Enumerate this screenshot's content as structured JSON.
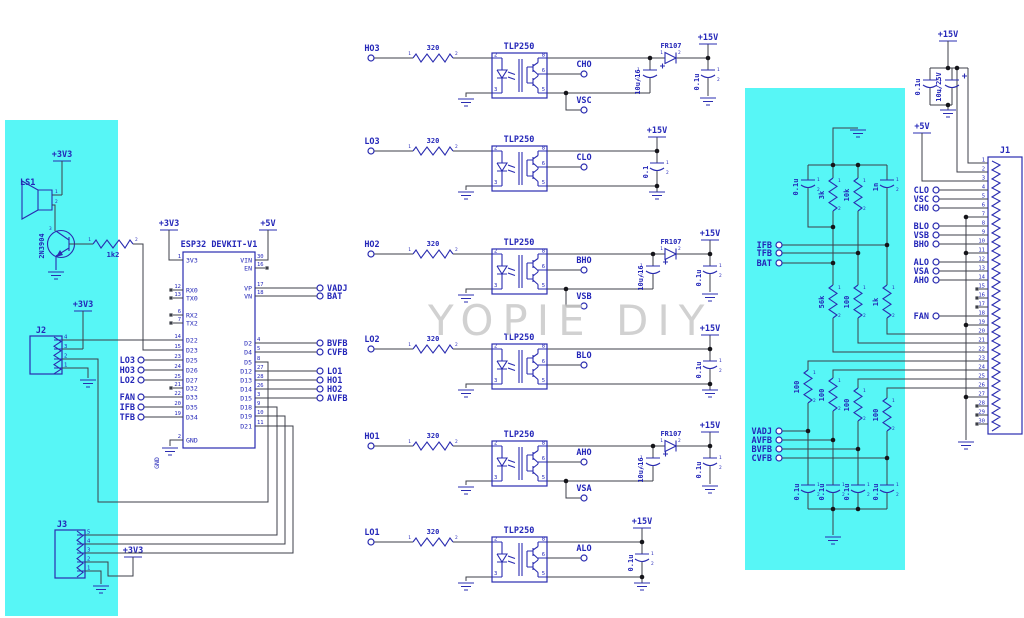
{
  "watermark": "YOPIE DIY",
  "shared": {
    "one": "1",
    "two": "2",
    "op": {
      "a": "2",
      "k": "3",
      "v": "8",
      "o": "6",
      "e": "5"
    }
  },
  "left": {
    "ls1": "LS1",
    "q1": "2N3904",
    "q1_c": "3",
    "r1": "1k2",
    "v33_a": "+3V3",
    "v33_b": "+3V3",
    "v33_c": "+3V3",
    "v33_d": "+3V3",
    "j2": {
      "name": "J2",
      "pins": [
        "4",
        "3",
        "2",
        "1"
      ]
    },
    "j3": {
      "name": "J3",
      "pins": [
        "5",
        "4",
        "3",
        "2",
        "1"
      ]
    }
  },
  "esp": {
    "title": "ESP32 DEVKIT-V1",
    "v5": "+5V",
    "gnd_net": "GND",
    "lp": [
      [
        "1",
        "3V3"
      ],
      [
        "12",
        "RX0"
      ],
      [
        "13",
        "TX0"
      ],
      [
        "6",
        "RX2"
      ],
      [
        "7",
        "TX2"
      ],
      [
        "14",
        "D22"
      ],
      [
        "15",
        "D23"
      ],
      [
        "23",
        "D25"
      ],
      [
        "24",
        "D26"
      ],
      [
        "25",
        "D27"
      ],
      [
        "21",
        "D32"
      ],
      [
        "22",
        "D33"
      ],
      [
        "20",
        "D35"
      ],
      [
        "19",
        "D34"
      ],
      [
        "2",
        "GND"
      ]
    ],
    "rp": [
      [
        "30",
        "VIN"
      ],
      [
        "16",
        "EN"
      ],
      [
        "17",
        "VP"
      ],
      [
        "18",
        "VN"
      ],
      [
        "4",
        "D2"
      ],
      [
        "5",
        "D4"
      ],
      [
        "8",
        "D5"
      ],
      [
        "27",
        "D12"
      ],
      [
        "28",
        "D13"
      ],
      [
        "26",
        "D14"
      ],
      [
        "3",
        "D15"
      ],
      [
        "9",
        "D18"
      ],
      [
        "10",
        "D19"
      ],
      [
        "11",
        "D21"
      ]
    ],
    "lnets": [
      "LO3",
      "HO3",
      "LO2",
      "FAN",
      "IFB",
      "TFB"
    ],
    "rnets": [
      "VADJ",
      "BAT",
      "BVFB",
      "CVFB",
      "LO1",
      "HO1",
      "HO2",
      "AVFB"
    ]
  },
  "opto": [
    {
      "in": "HO3",
      "r": "320",
      "chip": "TLP250",
      "out": "CHO",
      "vs": "VSC",
      "c1": "10u/16",
      "d": "FR107",
      "v": "+15V",
      "c2": "0.1u"
    },
    {
      "in": "LO3",
      "r": "320",
      "chip": "TLP250",
      "out": "CLO",
      "v": "+15V",
      "c2": "0.1"
    },
    {
      "in": "HO2",
      "r": "320",
      "chip": "TLP250",
      "out": "BHO",
      "vs": "VSB",
      "c1": "10u/16",
      "d": "FR107",
      "v": "+15V",
      "c2": "0.1u"
    },
    {
      "in": "LO2",
      "r": "320",
      "chip": "TLP250",
      "out": "BLO",
      "v": "+15V",
      "c2": "0.1u"
    },
    {
      "in": "HO1",
      "r": "320",
      "chip": "TLP250",
      "out": "AHO",
      "vs": "VSA",
      "c1": "10u/16",
      "d": "FR107",
      "v": "+15V",
      "c2": "0.1u"
    },
    {
      "in": "LO1",
      "r": "320",
      "chip": "TLP250",
      "out": "ALO",
      "v": "+15V",
      "c2": "0.1u"
    }
  ],
  "right": {
    "v15": "+15V",
    "ca": "0.1u",
    "cb": "10u/25V",
    "v5": "+5V",
    "j1": {
      "name": "J1",
      "pins": [
        "1",
        "2",
        "3",
        "4",
        "5",
        "6",
        "7",
        "8",
        "9",
        "10",
        "11",
        "12",
        "13",
        "14",
        "15",
        "16",
        "17",
        "18",
        "19",
        "20",
        "21",
        "22",
        "23",
        "24",
        "25",
        "26",
        "27",
        "28",
        "29",
        "30"
      ]
    },
    "rc": [
      "0.1u",
      "3k",
      "10k",
      "1n"
    ],
    "fb": [
      "IFB",
      "TFB",
      "BAT"
    ],
    "mr": [
      "56k",
      "100",
      "1k"
    ],
    "lr": [
      "100",
      "100",
      "100",
      "100"
    ],
    "lc": [
      "0.1u",
      "0.1u",
      "0.1u",
      "0.1u"
    ],
    "adj": [
      "VADJ",
      "AVFB",
      "BVFB",
      "CVFB"
    ],
    "na": [
      "CLO",
      "VSC",
      "CHO"
    ],
    "nb": [
      "BLO",
      "VSB",
      "BHO"
    ],
    "nc2": [
      "ALO",
      "VSA",
      "AHO"
    ],
    "fan": "FAN"
  }
}
